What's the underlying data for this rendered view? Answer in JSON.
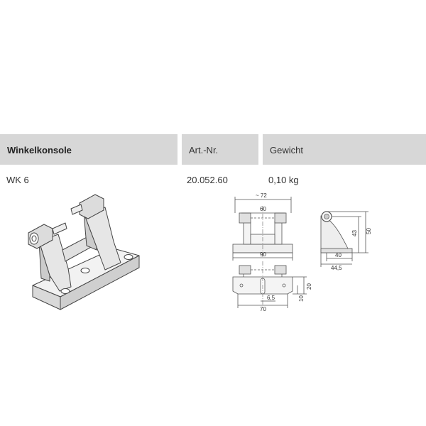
{
  "table": {
    "headers": [
      "Winkelkonsole",
      "Art.-Nr.",
      "Gewicht"
    ],
    "row": {
      "name": "WK 6",
      "art_nr": "20.052.60",
      "gewicht": "0,10 kg"
    }
  },
  "drawing": {
    "dim_72": "~ 72",
    "dim_60": "60",
    "dim_90": "90",
    "dim_6_5": "6,5",
    "dim_70": "70",
    "dim_20": "20",
    "dim_10": "10",
    "dim_43": "43",
    "dim_50": "50",
    "dim_40": "40",
    "dim_44_5": "44,5"
  }
}
